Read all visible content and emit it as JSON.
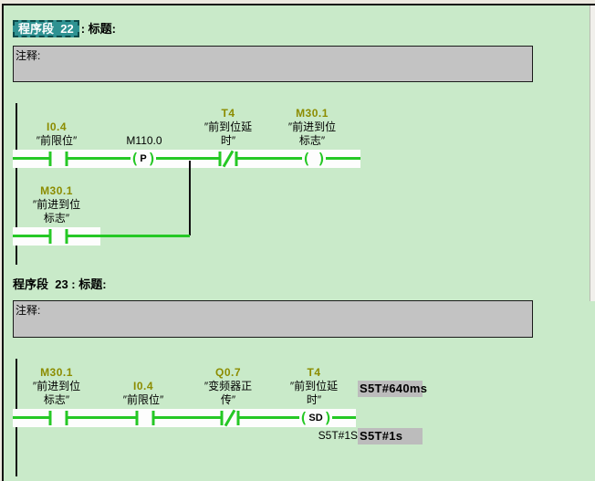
{
  "colors": {
    "background": "#c9eac9",
    "wire_green": "#25c825",
    "operand_olive": "#8c8c00",
    "comment_gray": "#c3c3c3",
    "selection_teal": "#2f9292",
    "value_box_gray": "#bcbcbc",
    "rail_black": "#111111"
  },
  "net22": {
    "chip_label": "程序段  22",
    "title_suffix": ": 标题:",
    "comment_label": "注释:",
    "rung": {
      "c1_addr": "I0.4",
      "c1_name": "″前限位″",
      "p_addr": "M110.0",
      "p_op": "P",
      "c2_addr": "T4",
      "c2_name1": "″前到位延",
      "c2_name2": "时″",
      "coil_addr": "M30.1",
      "coil_name1": "″前进到位",
      "coil_name2": "标志″"
    },
    "branch": {
      "addr": "M30.1",
      "name1": "″前进到位",
      "name2": "标志″"
    }
  },
  "net23": {
    "header": "程序段  23 : 标题:",
    "comment_label": "注释:",
    "rung": {
      "c1_addr": "M30.1",
      "c1_name1": "″前进到位",
      "c1_name2": "标志″",
      "c2_addr": "I0.4",
      "c2_name": "″前限位″",
      "c3_addr": "Q0.7",
      "c3_name1": "″变频器正",
      "c3_name2": "传″",
      "t_addr": "T4",
      "t_name1": "″前到位延",
      "t_name2": "时″",
      "t_op": "SD",
      "t_time": "S5T#1S"
    },
    "values": {
      "v1": "S5T#640ms",
      "v2": "S5T#1s"
    }
  }
}
